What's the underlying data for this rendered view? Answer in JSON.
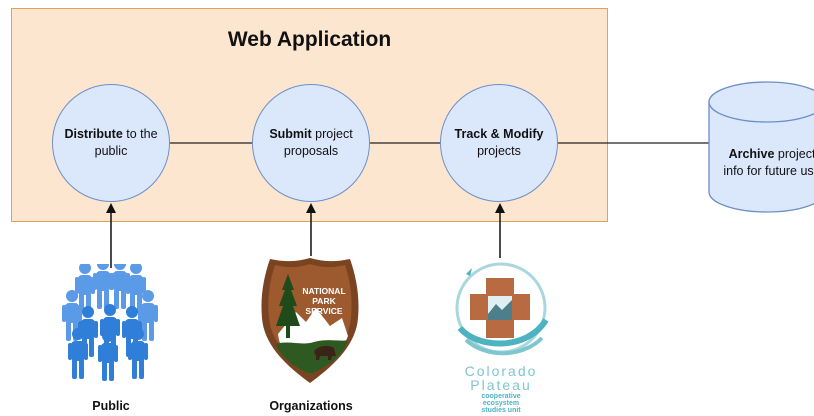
{
  "diagram": {
    "title": "Web Application",
    "nodes": [
      {
        "bold": "Distribute",
        "rest": " to the",
        "line2": "public"
      },
      {
        "bold": "Submit",
        "rest": " project",
        "line2": "proposals"
      },
      {
        "bold": "Track & Modify",
        "rest": "",
        "line2": "projects"
      }
    ],
    "archive": {
      "bold": "Archive",
      "rest": " project",
      "line2": "info for future use"
    },
    "actors": {
      "public": "Public",
      "organizations": "Organizations"
    },
    "nps_logo": {
      "line1": "NATIONAL",
      "line2": "PARK",
      "line3": "SERVICE"
    },
    "cp_logo": {
      "line1": "Colorado",
      "line2": "Plateau",
      "sub1": "cooperative",
      "sub2": "ecosystem",
      "sub3": "studies unit"
    },
    "colors": {
      "app_fill": "#fde6cf",
      "app_border": "#e2a25b",
      "node_fill": "#dbe8fb",
      "node_border": "#6d8fc8",
      "people_blue": "#2f7ed8"
    }
  }
}
